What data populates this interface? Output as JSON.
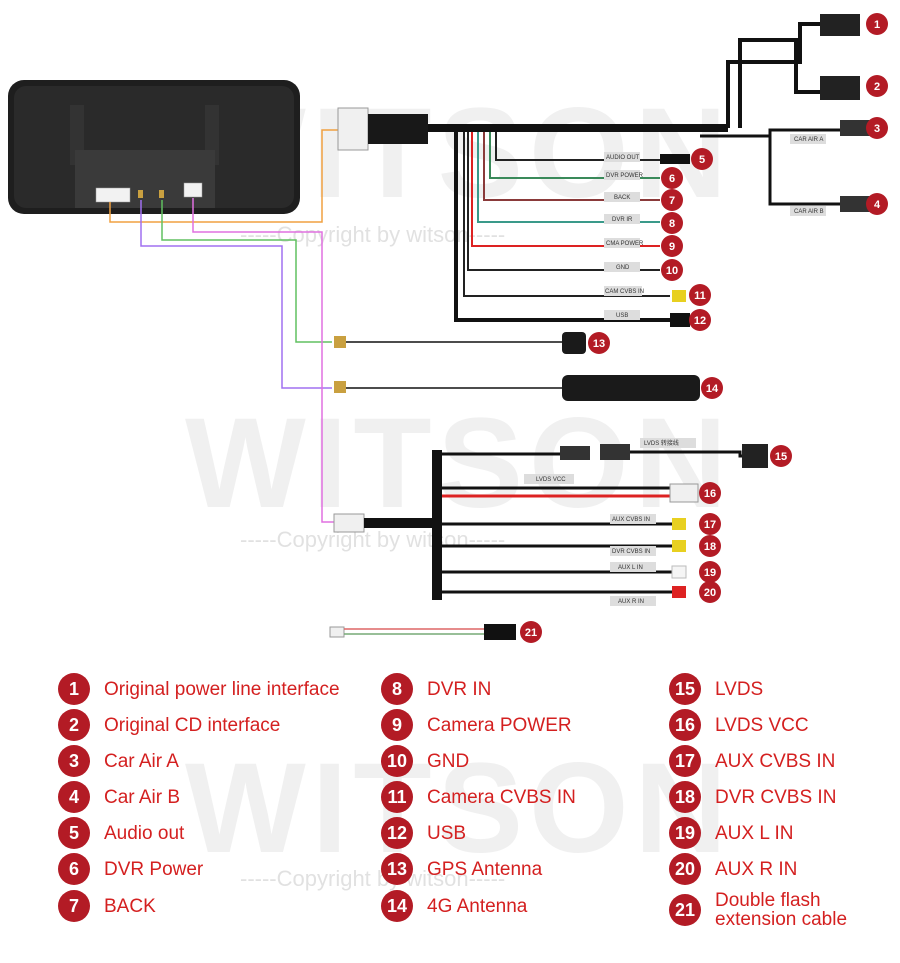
{
  "watermark": {
    "brand": "WITSON",
    "copyright": "-----Copyright by witson-----"
  },
  "connector_labels": {
    "car_air_a": "CAR AIR A",
    "car_air_b": "CAR AIR B",
    "audio_out": "AUDIO OUT",
    "dvr_power": "DVR POWER",
    "back": "BACK",
    "dvr_ir": "DVR IR",
    "cma_power": "CMA POWER",
    "gnd": "GND",
    "cam_cvbs_in": "CAM CVBS IN",
    "usb": "USB",
    "lvds_cable": "LVDS 转接线",
    "lvds_vcc": "LVDS VCC",
    "aux_cvbs_in": "AUX CVBS IN",
    "dvr_cvbs_in": "DVR CVBS IN",
    "aux_l_in": "AUX L IN",
    "aux_r_in": "AUX R IN"
  },
  "callouts": [
    "1",
    "2",
    "3",
    "4",
    "5",
    "6",
    "7",
    "8",
    "9",
    "10",
    "11",
    "12",
    "13",
    "14",
    "15",
    "16",
    "17",
    "18",
    "19",
    "20",
    "21"
  ],
  "legend": [
    {
      "num": "1",
      "label": "Original power line interface"
    },
    {
      "num": "2",
      "label": "Original CD interface"
    },
    {
      "num": "3",
      "label": "Car Air A"
    },
    {
      "num": "4",
      "label": "Car Air B"
    },
    {
      "num": "5",
      "label": "Audio out"
    },
    {
      "num": "6",
      "label": "DVR Power"
    },
    {
      "num": "7",
      "label": "BACK"
    },
    {
      "num": "8",
      "label": "DVR IN"
    },
    {
      "num": "9",
      "label": "Camera POWER"
    },
    {
      "num": "10",
      "label": "GND"
    },
    {
      "num": "11",
      "label": "Camera CVBS IN"
    },
    {
      "num": "12",
      "label": "USB"
    },
    {
      "num": "13",
      "label": "GPS Antenna"
    },
    {
      "num": "14",
      "label": "4G Antenna"
    },
    {
      "num": "15",
      "label": "LVDS"
    },
    {
      "num": "16",
      "label": "LVDS VCC"
    },
    {
      "num": "17",
      "label": "AUX CVBS IN"
    },
    {
      "num": "18",
      "label": "DVR CVBS IN"
    },
    {
      "num": "19",
      "label": "AUX L IN"
    },
    {
      "num": "20",
      "label": "AUX R IN"
    },
    {
      "num": "21",
      "label": "Double flash\nextension cable"
    }
  ],
  "colors": {
    "badge": "#b31b25",
    "legend_text": "#d42020",
    "cable": "#111111",
    "orange_wire": "#f0a040",
    "purple_wire": "#a070f0",
    "green_wire": "#60c060",
    "pink_wire": "#e070e0"
  }
}
